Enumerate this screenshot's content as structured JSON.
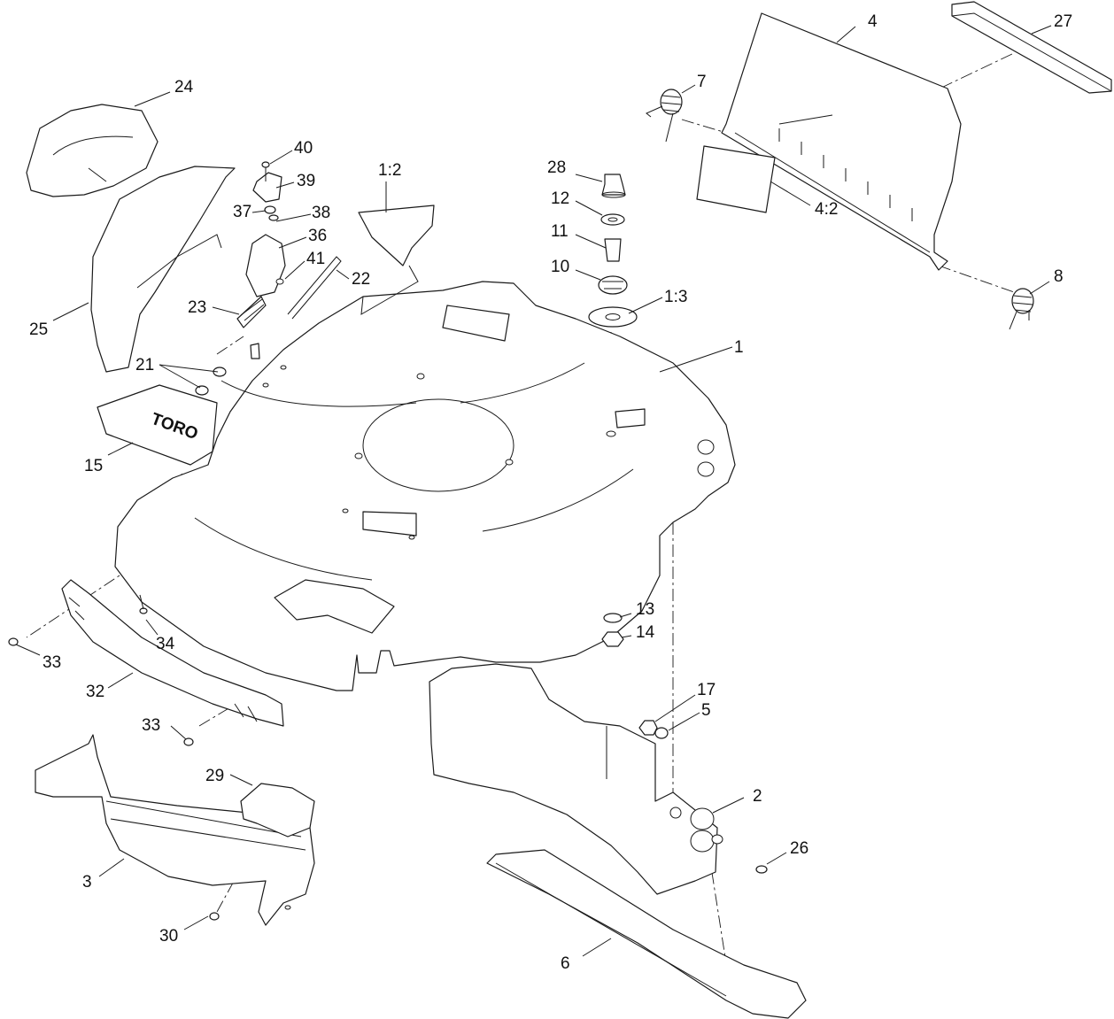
{
  "callouts": {
    "c1": "1",
    "c1_2": "1:2",
    "c1_3": "1:3",
    "c2": "2",
    "c3": "3",
    "c4": "4",
    "c4_2": "4:2",
    "c5": "5",
    "c6": "6",
    "c7": "7",
    "c8": "8",
    "c10": "10",
    "c11": "11",
    "c12": "12",
    "c13": "13",
    "c14": "14",
    "c15": "15",
    "c17": "17",
    "c21": "21",
    "c22": "22",
    "c23": "23",
    "c24": "24",
    "c25": "25",
    "c26": "26",
    "c27": "27",
    "c28": "28",
    "c29": "29",
    "c30": "30",
    "c32": "32",
    "c33a": "33",
    "c33b": "33",
    "c34": "34",
    "c36": "36",
    "c37": "37",
    "c38": "38",
    "c39": "39",
    "c40": "40",
    "c41": "41"
  },
  "decal_logo_text": "TORO",
  "colors": {
    "line": "#1a1a1a",
    "background": "#ffffff"
  }
}
